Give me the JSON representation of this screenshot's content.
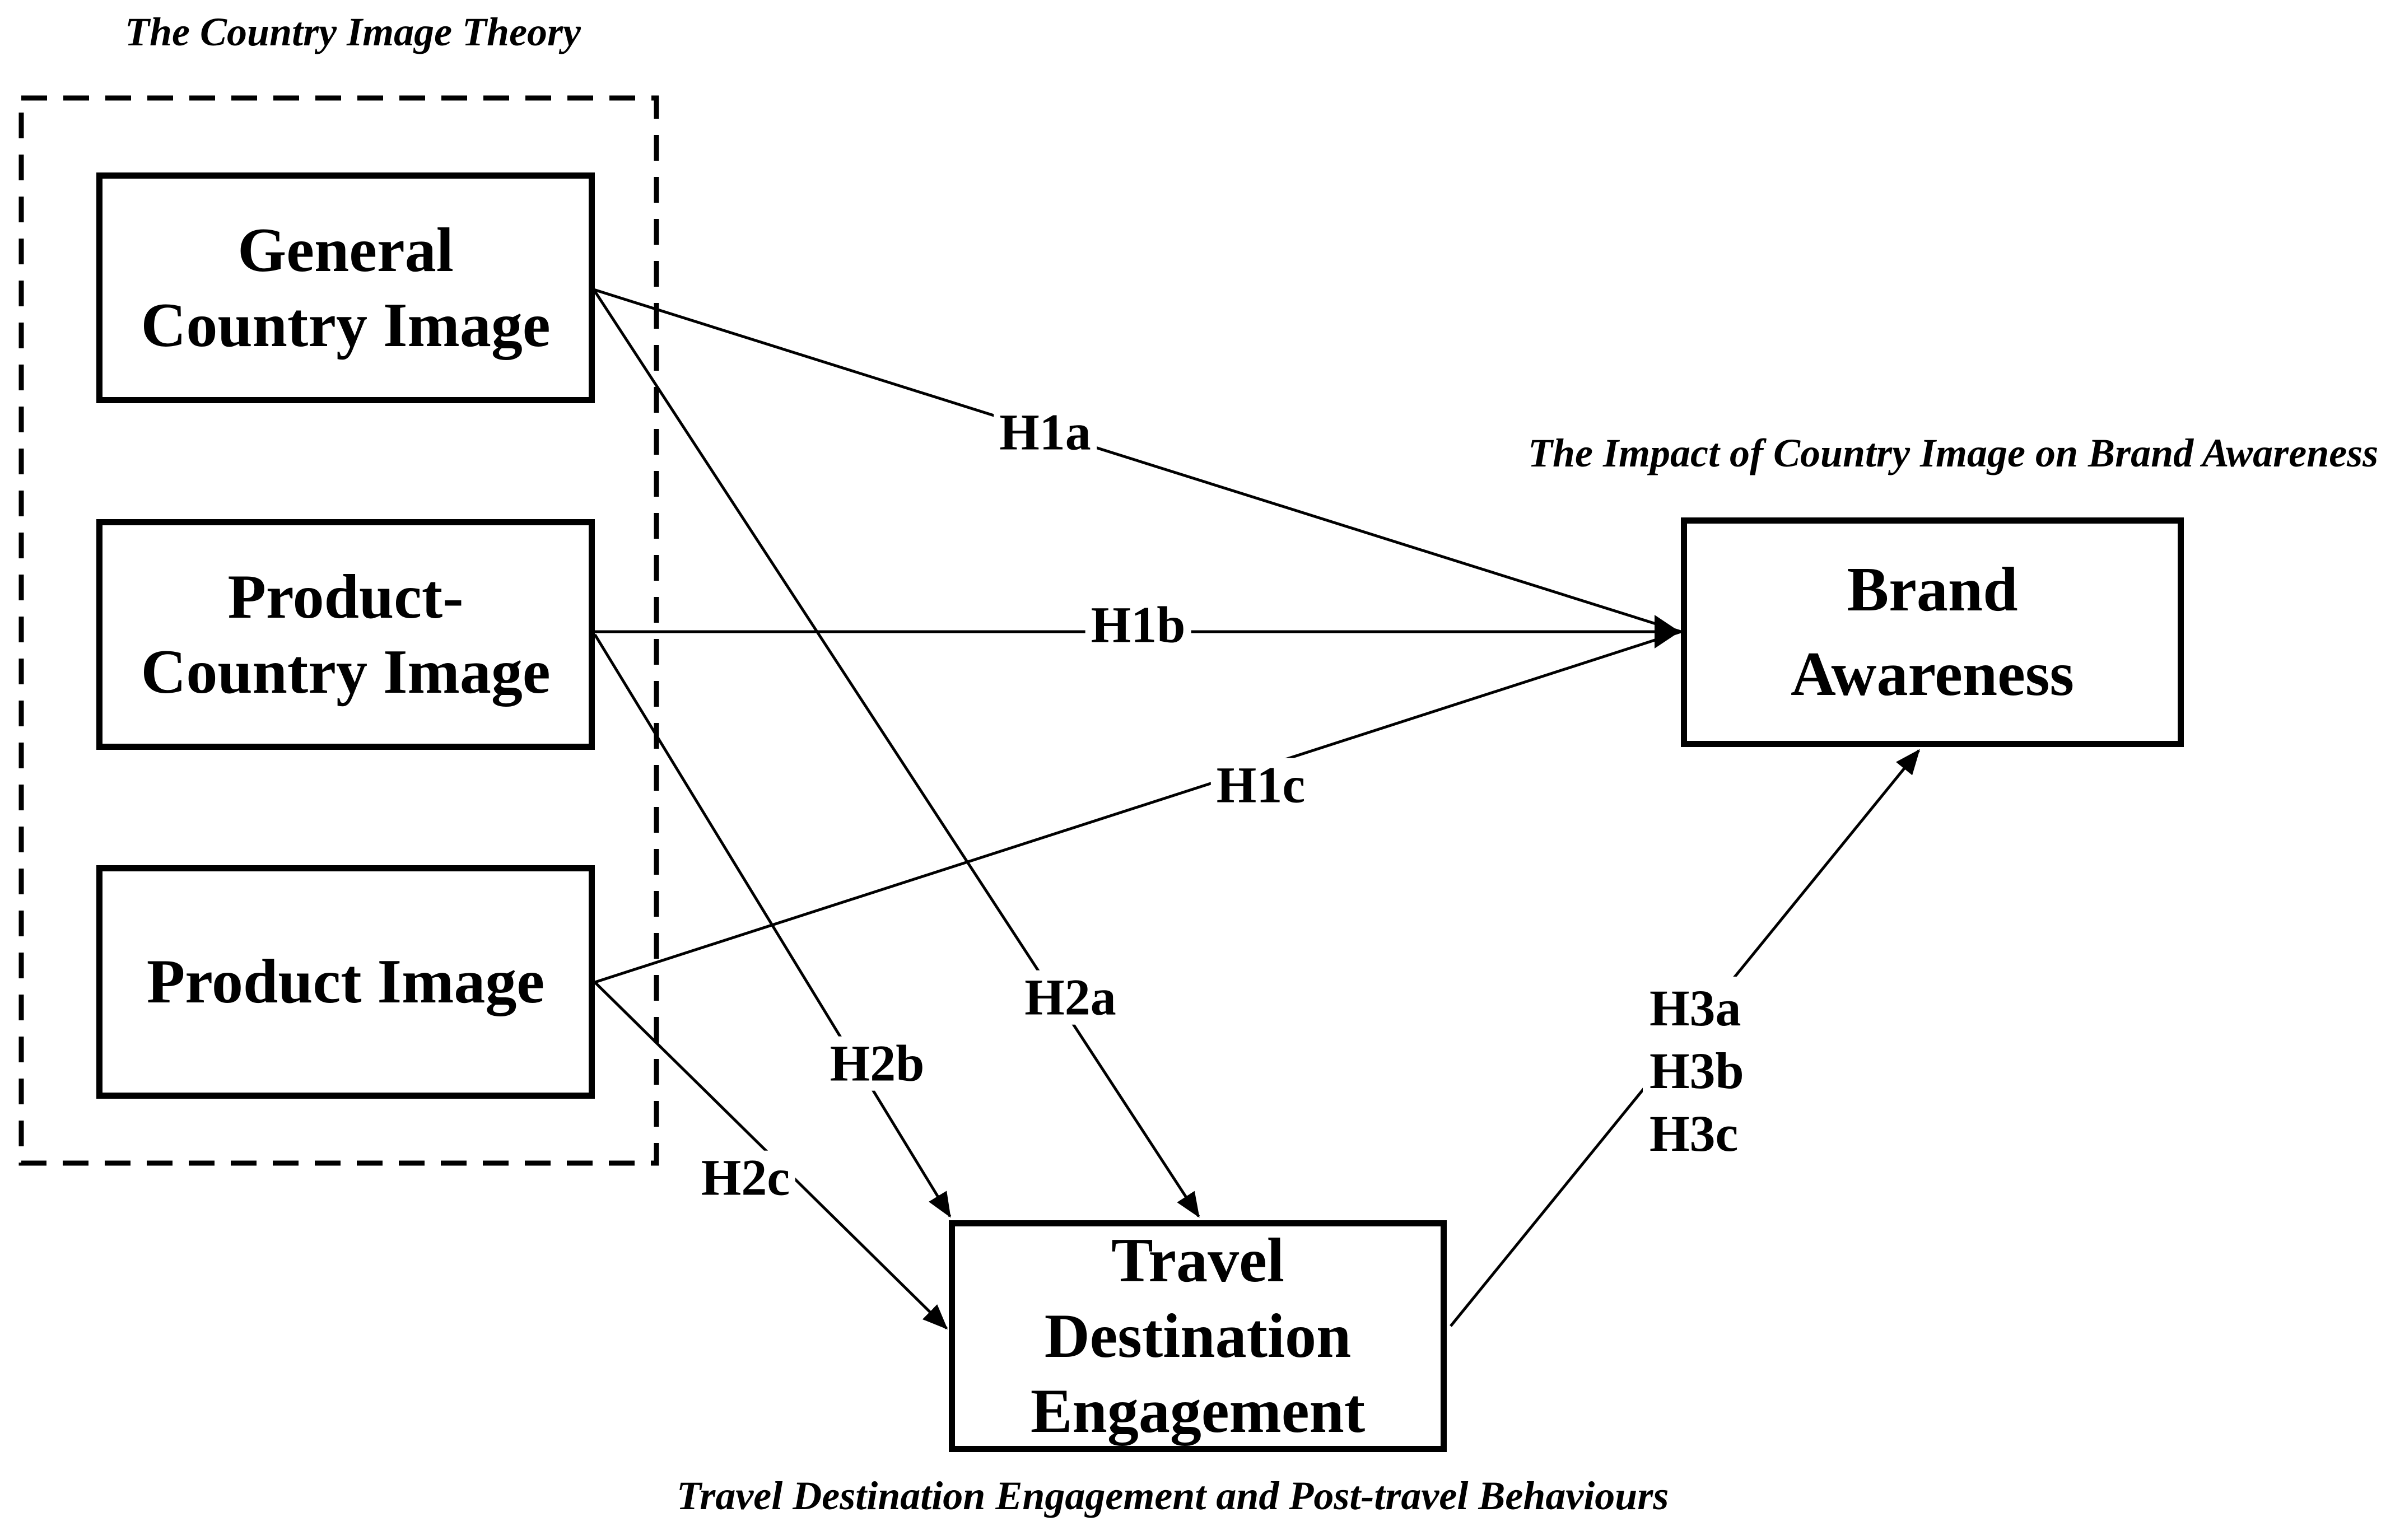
{
  "figure": {
    "region_captions": {
      "country_image_theory": "The Country Image Theory",
      "impact_on_brand_awareness": "The Impact of Country Image on Brand Awareness",
      "post_travel_behaviours": "Travel Destination Engagement and Post-travel Behaviours"
    },
    "boxes": {
      "general_country_image": {
        "lines": [
          "General",
          "Country Image"
        ]
      },
      "product_country_image": {
        "lines": [
          "Product-",
          "Country Image"
        ]
      },
      "product_image": {
        "lines": [
          "Product Image"
        ]
      },
      "brand_awareness": {
        "lines": [
          "Brand",
          "Awareness"
        ]
      },
      "travel_destination_engagement": {
        "lines": [
          "Travel",
          "Destination",
          "Engagement"
        ]
      }
    },
    "path_labels": {
      "h1a": "H1a",
      "h1b": "H1b",
      "h1c": "H1c",
      "h2a": "H2a",
      "h2b": "H2b",
      "h2c": "H2c",
      "h3a": "H3a",
      "h3b": "H3b",
      "h3c": "H3c"
    },
    "colors": {
      "ink": "#000000",
      "paper": "#ffffff"
    }
  }
}
